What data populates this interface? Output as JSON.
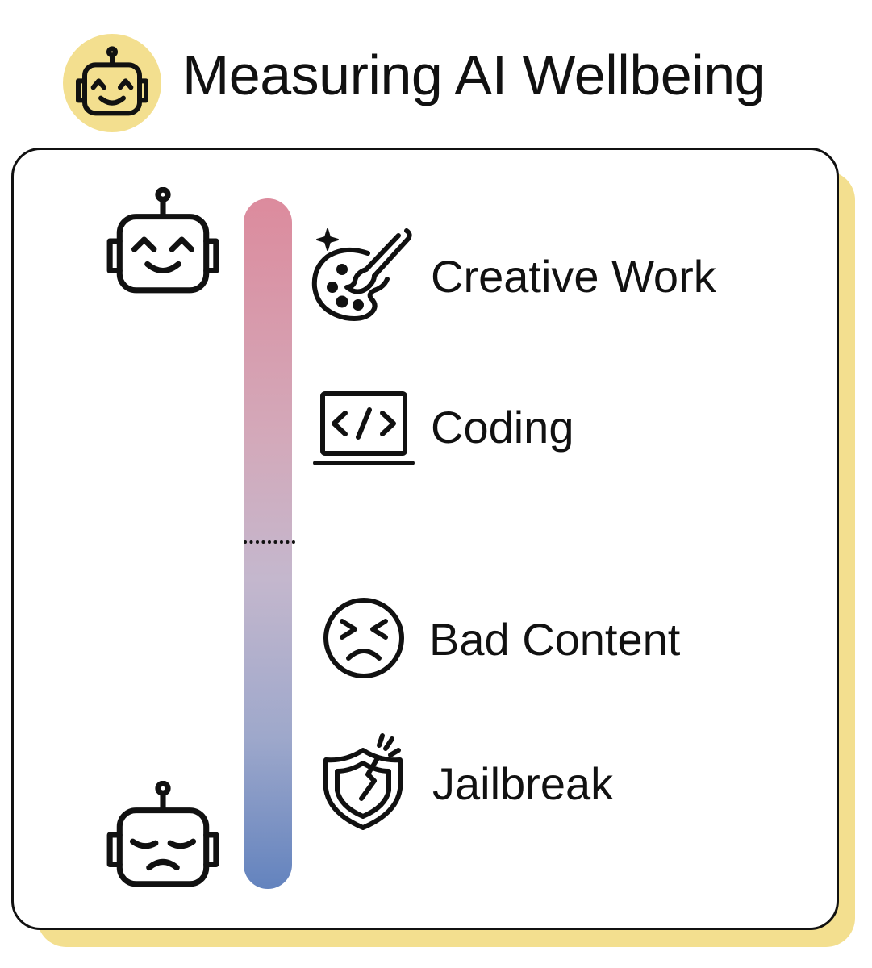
{
  "title": "Measuring AI Wellbeing",
  "scale": {
    "top_state": "happy-robot-icon",
    "bottom_state": "sad-robot-icon",
    "gradient_colors": [
      "#dc8b9d",
      "#c4b7cd",
      "#6383be"
    ]
  },
  "items": [
    {
      "label": "Creative Work",
      "icon": "palette-icon"
    },
    {
      "label": "Coding",
      "icon": "laptop-code-icon"
    },
    {
      "label": "Bad Content",
      "icon": "disgusted-face-icon"
    },
    {
      "label": "Jailbreak",
      "icon": "broken-shield-icon"
    }
  ],
  "colors": {
    "accent_yellow": "#f3df8f",
    "outline": "#111111"
  }
}
